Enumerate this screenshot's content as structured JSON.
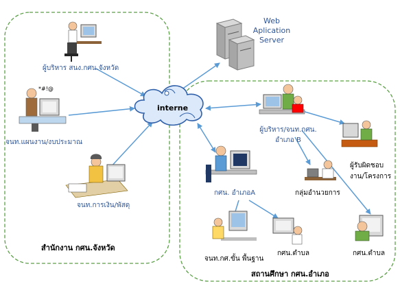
{
  "colors": {
    "zone_border": "#5aa045",
    "arrow": "#5b9bd5",
    "label_blue": "#2f5597",
    "cloud_fill": "#dbe9fb",
    "cloud_stroke": "#2f5fa8"
  },
  "cloud": {
    "label": "interne"
  },
  "server": {
    "lines": [
      "Web",
      "Aplication",
      "Server"
    ]
  },
  "province_zone": {
    "title": "สำนักงาน กศน.จังหวัด",
    "nodes": {
      "executive": "ผู้บริหาร สนง.กศน.จังหวัด",
      "planning": "จนท.แผนงาน/งบประมาณ",
      "finance": "จนท.การเงิน/พัสดุ"
    }
  },
  "district_zone": {
    "title": "สถานศึกษา กศน.อำเภอ",
    "nodes": {
      "district_exec_line1": "ผู้บริหาร/จนท.กศน.",
      "district_exec_line2": "อำเภอ B",
      "district_a": "กศน. อำเภอA",
      "facilitator_group": "กลุ่มอำนวยการ",
      "project_owner_line1": "ผู้รับผิดชอบ",
      "project_owner_line2": "งาน/โครงการ",
      "basic_edu_staff": "จนท.กศ.ขั้น พื้นฐาน",
      "subdistrict_1": "กศน.ตำบล",
      "subdistrict_2": "กศน.ตำบล"
    }
  }
}
